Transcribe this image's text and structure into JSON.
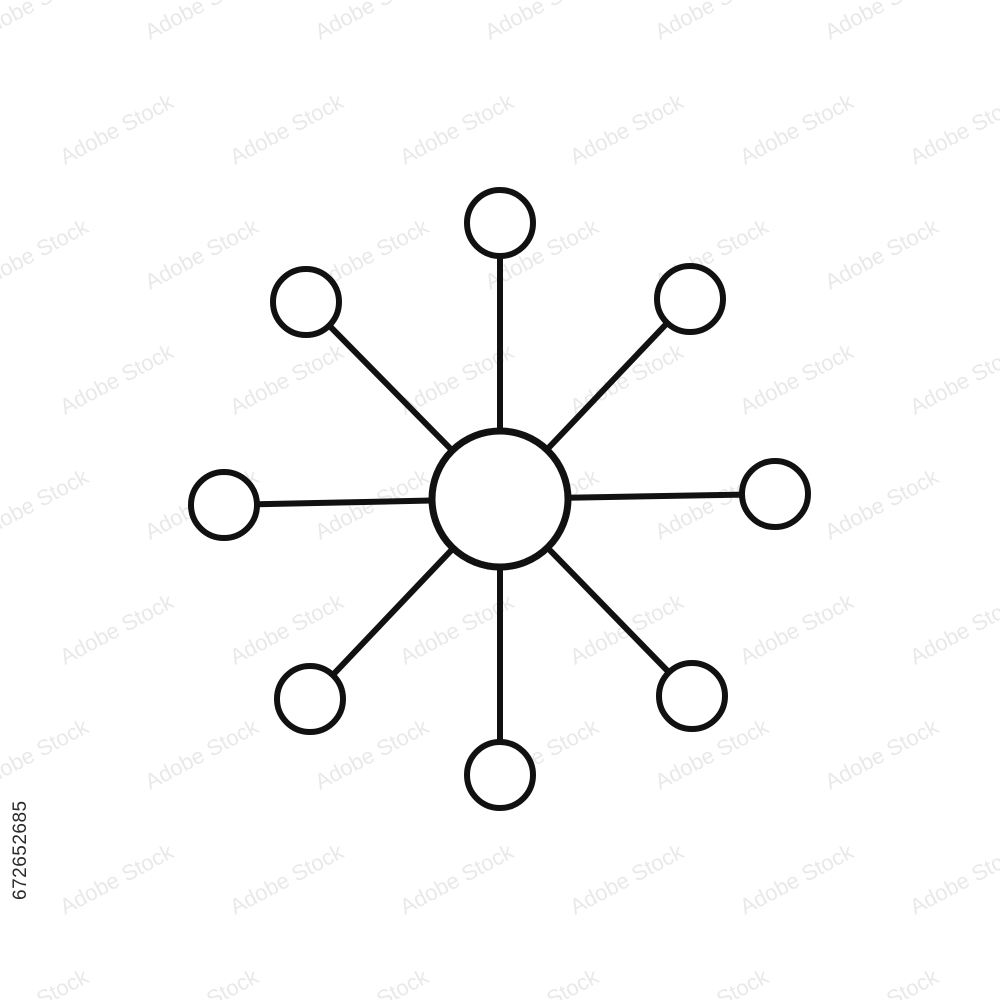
{
  "diagram": {
    "stroke_color": "#111111",
    "fill_color": "#ffffff",
    "hub": {
      "name": "central-node"
    },
    "satellites": [
      {
        "name": "node-top"
      },
      {
        "name": "node-top-right"
      },
      {
        "name": "node-right"
      },
      {
        "name": "node-bottom-right"
      },
      {
        "name": "node-bottom"
      },
      {
        "name": "node-bottom-left"
      },
      {
        "name": "node-left"
      },
      {
        "name": "node-top-left"
      }
    ]
  },
  "watermark": {
    "text": "Adobe Stock",
    "color": "#e9e9e9"
  },
  "stock_id": "672652685"
}
